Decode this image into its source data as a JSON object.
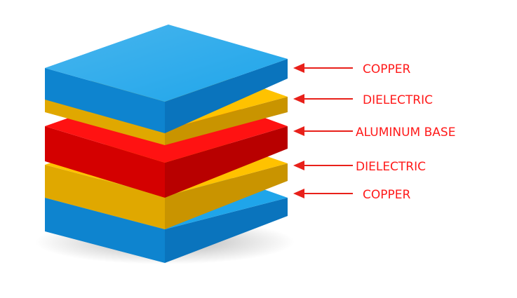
{
  "colors": {
    "copper": {
      "top": "#1fa5ea",
      "left": "#0e84cf",
      "right": "#0a74bd"
    },
    "dielectric": {
      "top": "#ffc200",
      "left": "#e0a800",
      "right": "#c99400"
    },
    "aluminum": {
      "top": "#ff1212",
      "left": "#d40000",
      "right": "#b80000"
    },
    "arrow": "#e8201a",
    "label": "#ff1a1a"
  },
  "layers": [
    {
      "label": "COPPER",
      "material": "copper"
    },
    {
      "label": "DIELECTRIC",
      "material": "dielectric"
    },
    {
      "label": "ALUMINUM BASE",
      "material": "aluminum"
    },
    {
      "label": "DIELECTRIC",
      "material": "dielectric"
    },
    {
      "label": "COPPER",
      "material": "copper"
    }
  ]
}
